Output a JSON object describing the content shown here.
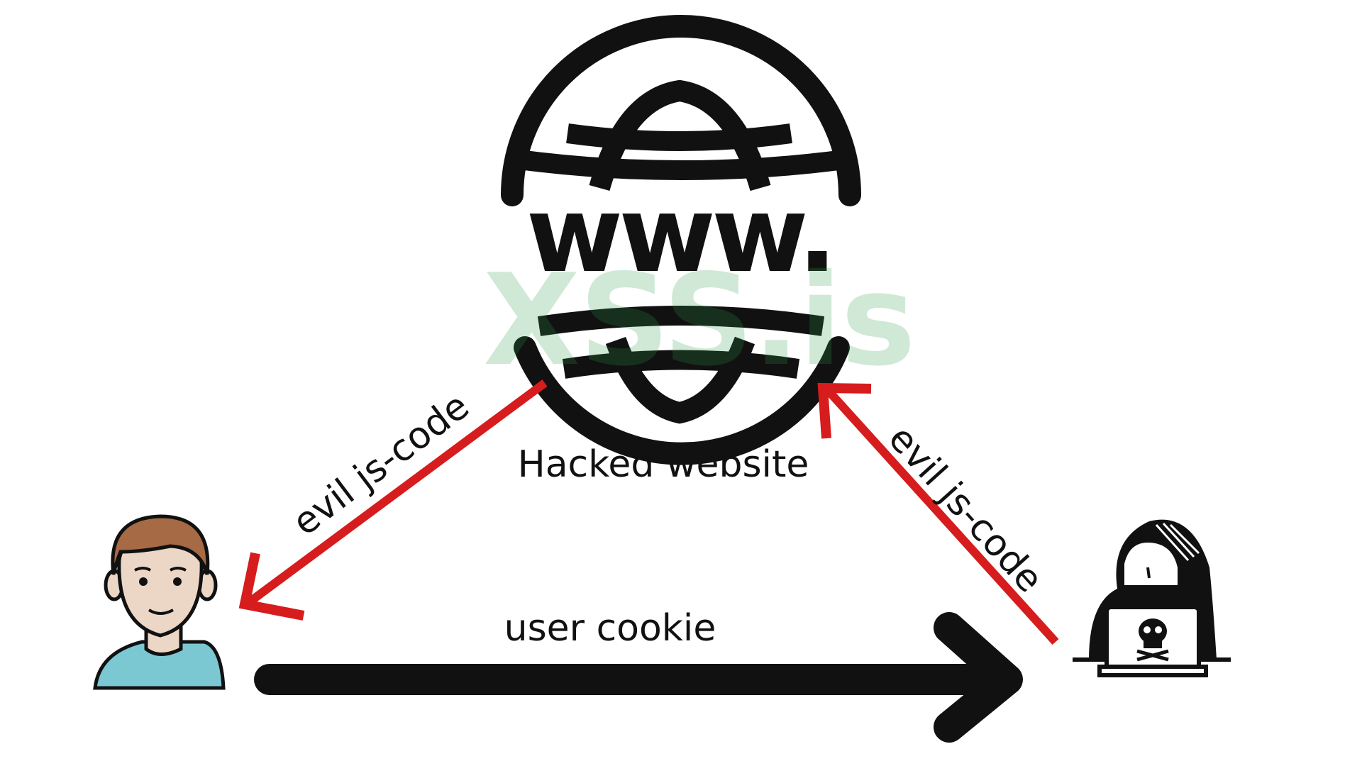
{
  "diagram": {
    "website_label": "Hacked website",
    "user_to_attacker_label": "user cookie",
    "website_to_user_label": "evil js-code",
    "attacker_to_website_label": "evil js-code",
    "watermark_text": "XSS.is",
    "nodes": {
      "website": {
        "icon": "globe-www-icon"
      },
      "user": {
        "icon": "user-avatar-icon"
      },
      "attacker": {
        "icon": "hacker-laptop-skull-icon"
      }
    }
  },
  "colors": {
    "attack_arrow": "#d61c1c",
    "cookie_arrow": "#111111",
    "watermark": "#2f9e4a",
    "skin": "#ecd7c7",
    "hair": "#a66a45",
    "shirt": "#7cc8d2",
    "outline": "#111111"
  }
}
